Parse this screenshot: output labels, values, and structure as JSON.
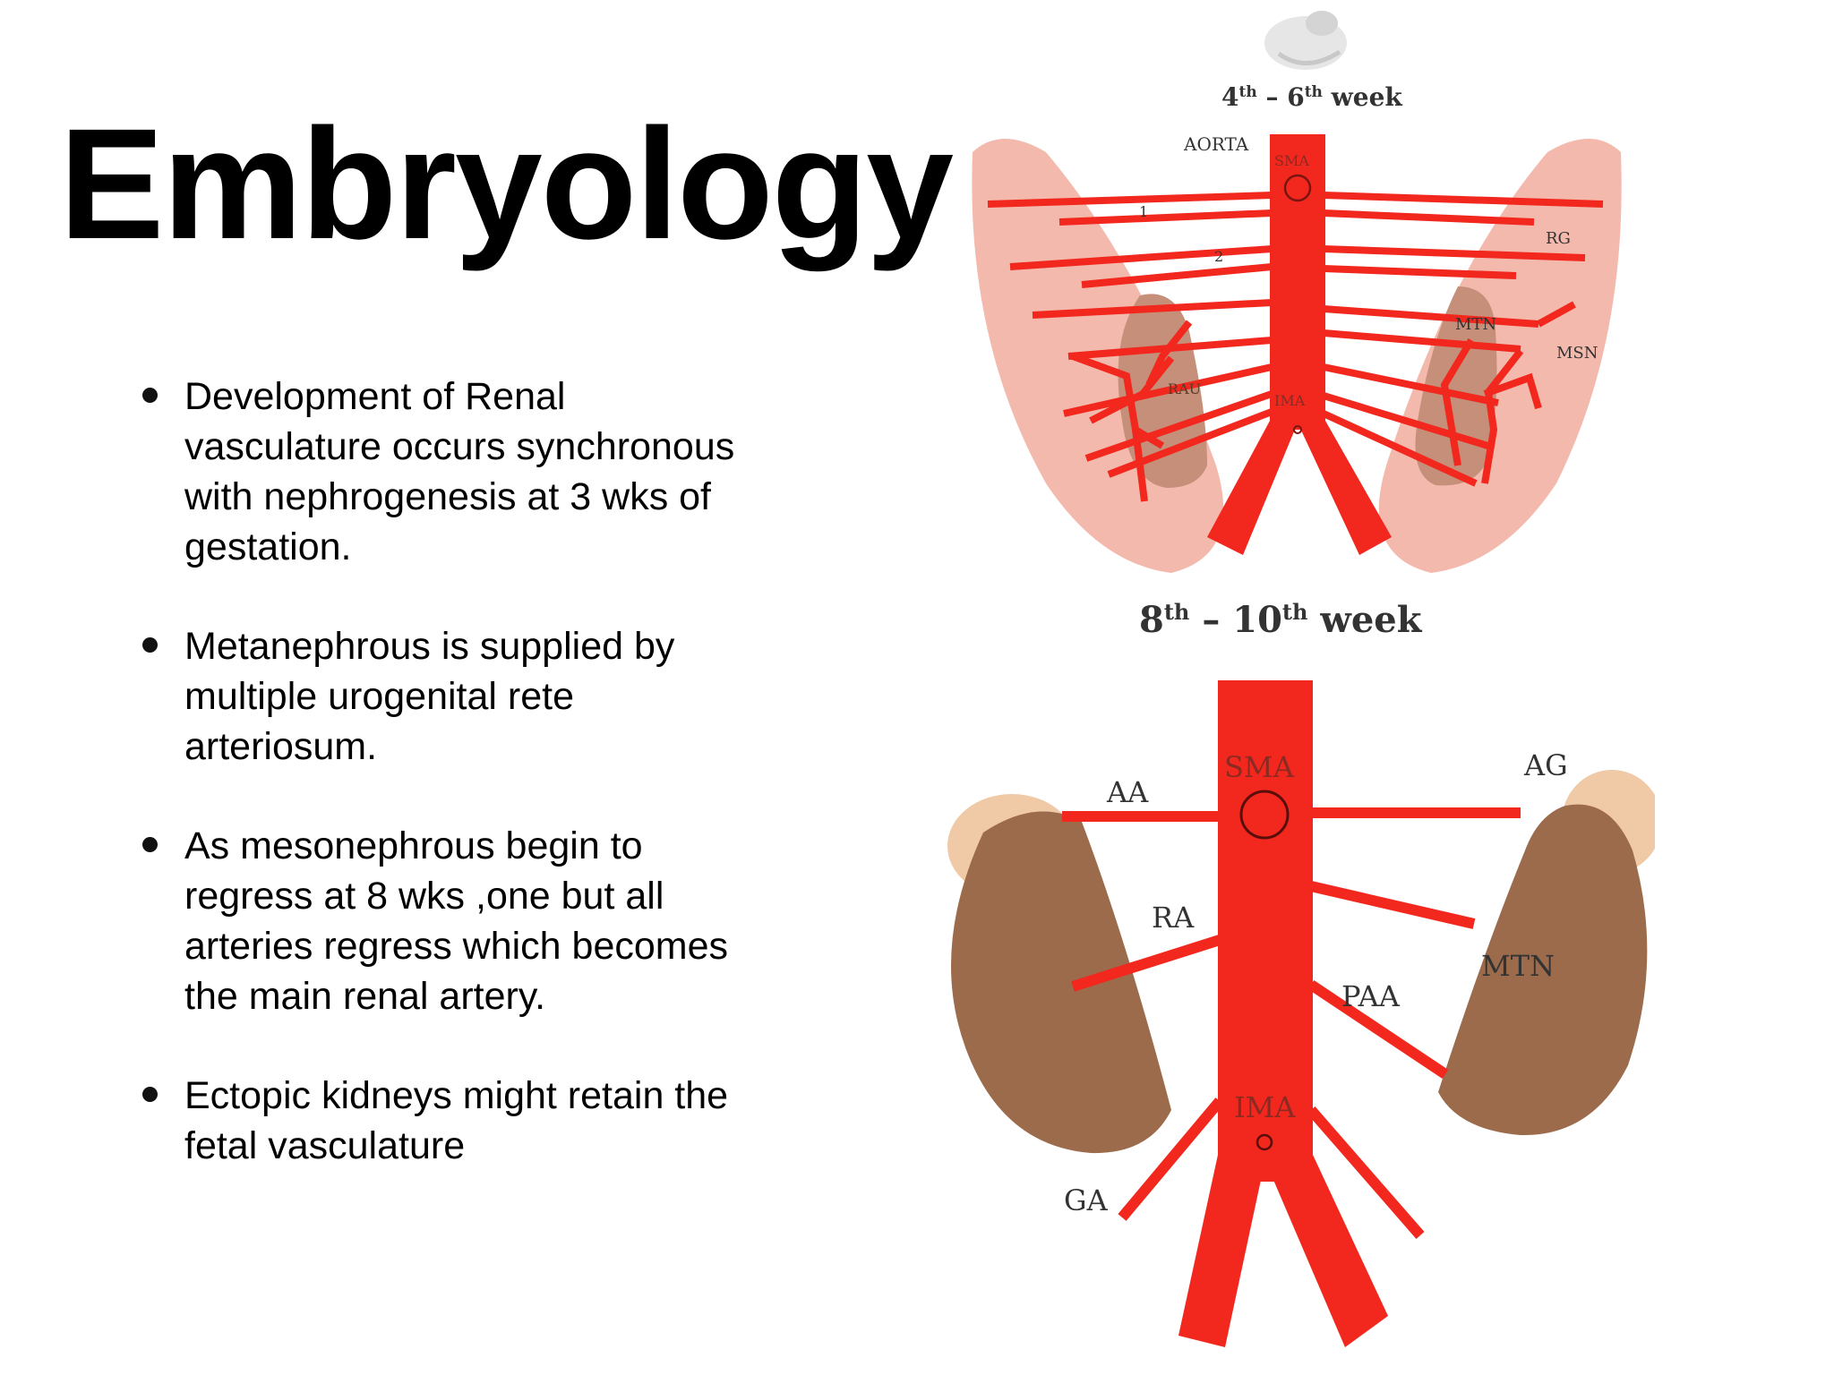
{
  "slide": {
    "title": "Embryology",
    "bullets": [
      "Development of Renal vasculature occurs synchronous with nephrogenesis at 3 wks of gestation.",
      "Metanephrous is supplied by multiple urogenital rete arteriosum.",
      "As mesonephrous begin to regress at 8 wks ,one but all arteries regress which becomes the main renal artery.",
      "Ectopic kidneys might retain the fetal vasculature"
    ]
  },
  "diagram_top": {
    "stage_label_main": "4",
    "stage_label_sup1": "th",
    "stage_label_mid": " – 6",
    "stage_label_sup2": "th",
    "stage_label_tail": " week",
    "labels": {
      "aorta": "AORTA",
      "sma": "SMA",
      "ima": "IMA",
      "rg": "RG",
      "mtn": "MTN",
      "msn": "MSN",
      "rau": "RAU",
      "num1": "1",
      "num2": "2"
    }
  },
  "diagram_bottom": {
    "stage_label_main": "8",
    "stage_label_sup1": "th",
    "stage_label_mid": " – 10",
    "stage_label_sup2": "th",
    "stage_label_tail": " week",
    "labels": {
      "sma": "SMA",
      "ima": "IMA",
      "aa": "AA",
      "ag": "AG",
      "ra": "RA",
      "paa": "PAA",
      "mtn": "MTN",
      "ga": "GA"
    }
  },
  "colors": {
    "artery": "#f2281e",
    "mesonephros": "#f4b9ad",
    "metanephros_early": "#c58f7a",
    "kidney": "#9b6b4b",
    "adrenal": "#f0c9a6",
    "label": "#333333"
  }
}
